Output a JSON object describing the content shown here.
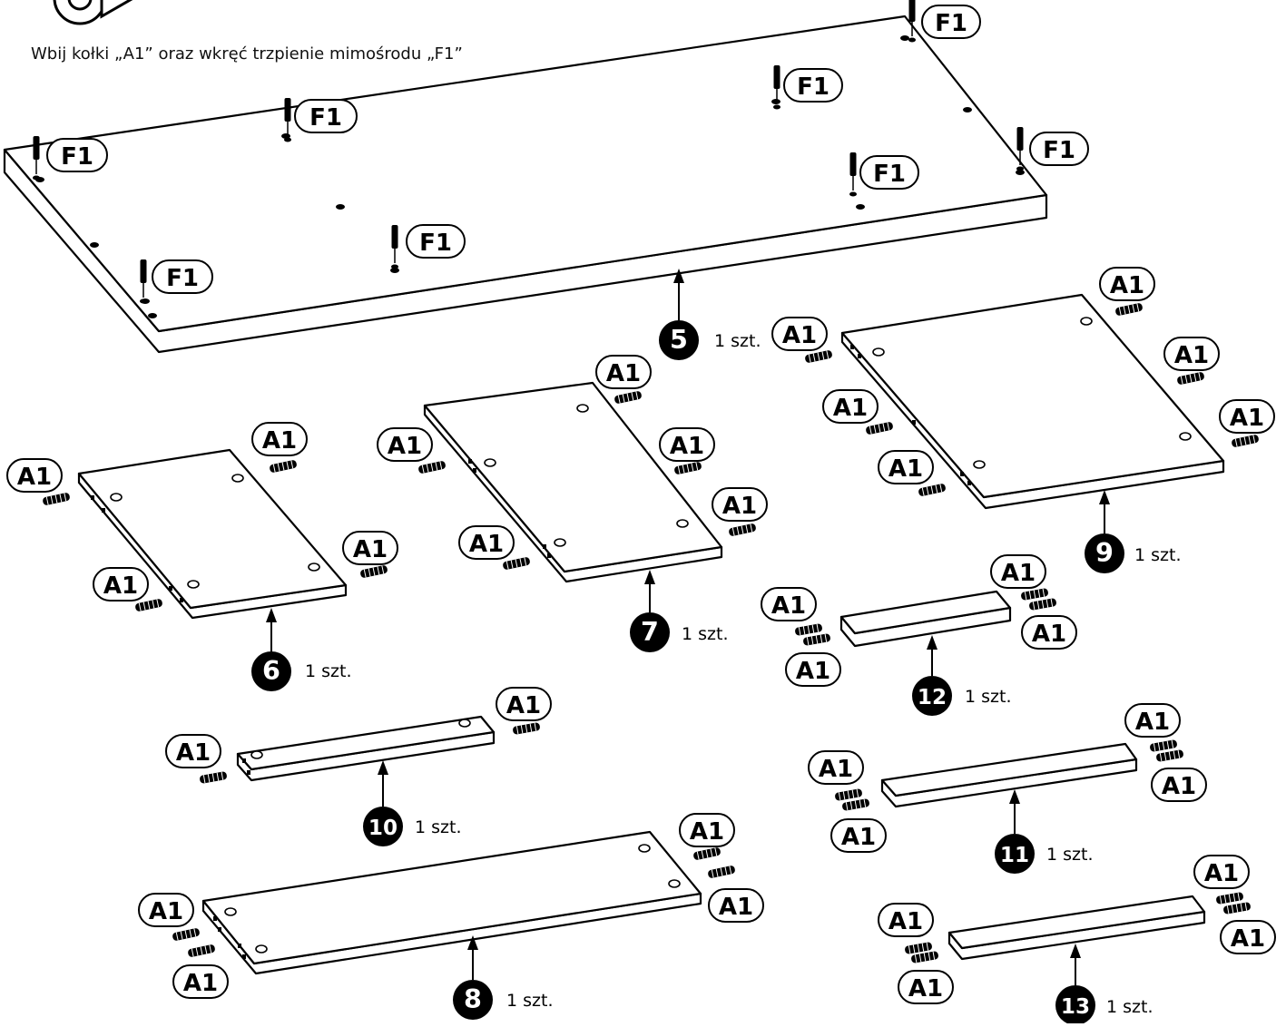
{
  "instruction": "Wbij kołki „A1” oraz wkręć trzpienie mimośrodu „F1”",
  "colors": {
    "ink": "#000000",
    "paper": "#ffffff"
  },
  "icons": [
    "step-icon",
    "part-number-badge",
    "arrow-icon",
    "dowel-icon",
    "cam-bolt-icon"
  ],
  "hardware": {
    "dowel": "A1",
    "cam_bolt": "F1"
  },
  "parts": [
    {
      "number": "5",
      "quantity": "1 szt."
    },
    {
      "number": "6",
      "quantity": "1 szt."
    },
    {
      "number": "7",
      "quantity": "1 szt."
    },
    {
      "number": "9",
      "quantity": "1 szt."
    },
    {
      "number": "12",
      "quantity": "1 szt."
    },
    {
      "number": "10",
      "quantity": "1 szt."
    },
    {
      "number": "11",
      "quantity": "1 szt."
    },
    {
      "number": "8",
      "quantity": "1 szt."
    },
    {
      "number": "13",
      "quantity": "1 szt."
    }
  ]
}
